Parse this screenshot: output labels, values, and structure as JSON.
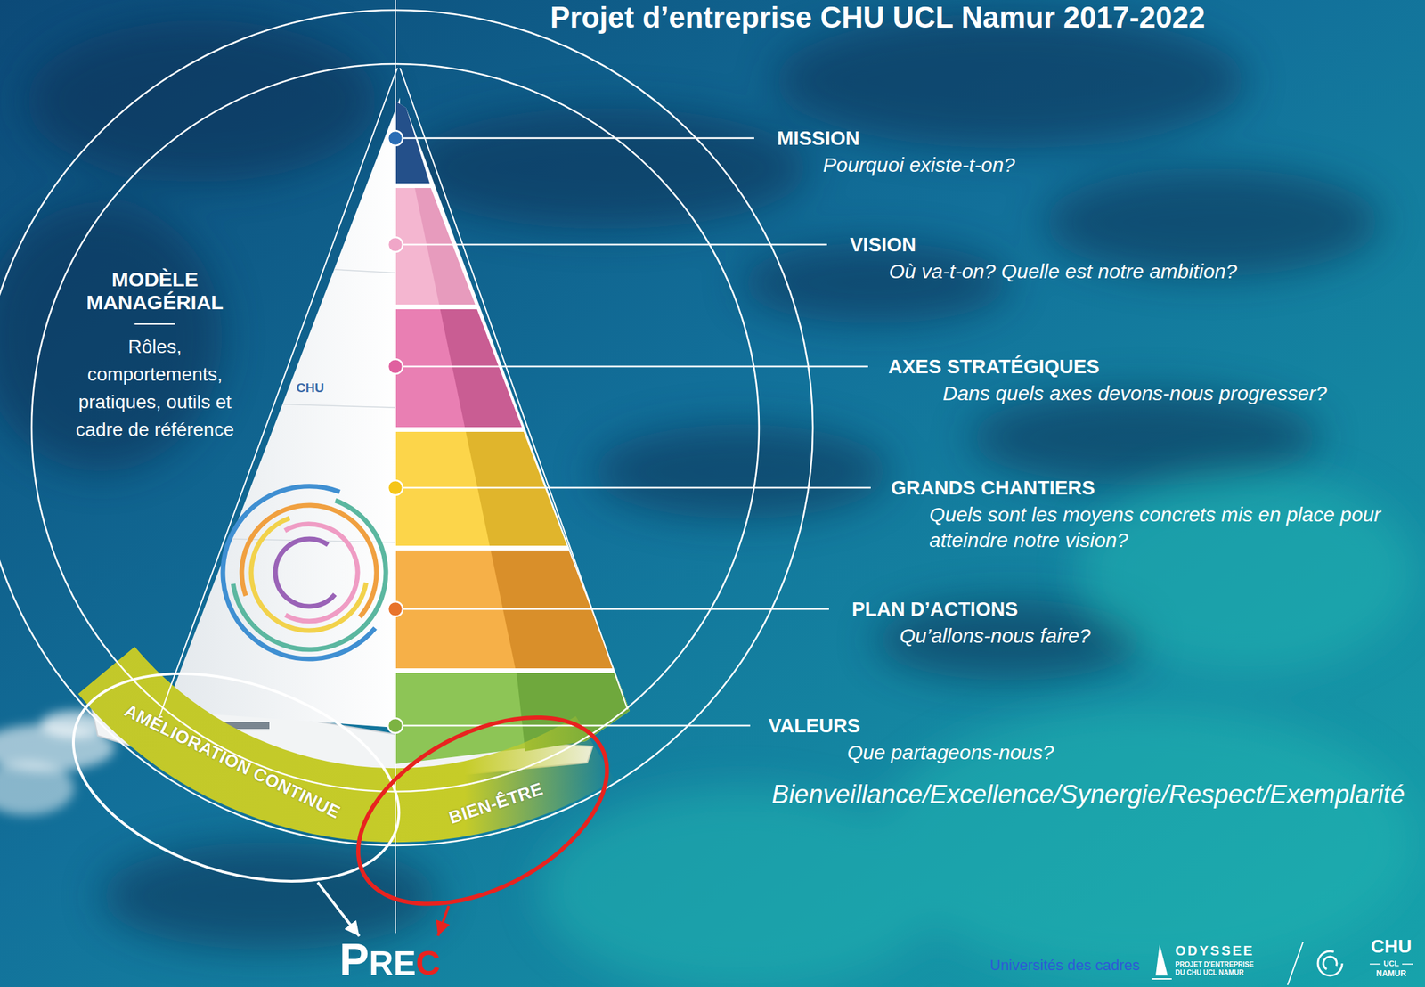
{
  "diagram": {
    "title": "Projet d’entreprise CHU UCL Namur 2017-2022",
    "nodes": [
      {
        "text": [
          "MODÈLE MANAGÉRIAL",
          "Rôles, comportements, pratiques, outils et cadre de référence"
        ]
      },
      {
        "text": [
          "AMÉLIORATION CONTINUE"
        ]
      },
      {
        "text": [
          "BIEN-ÊTRE"
        ]
      },
      {
        "text": [
          "PRE",
          "C"
        ]
      }
    ],
    "edges": [
      {
        "from": 1,
        "to": 3,
        "arrow": "to"
      },
      {
        "from": 2,
        "to": 3,
        "arrow": "to"
      }
    ],
    "labels": [
      "CHU",
      "MISSION",
      "Pourquoi existe-t-on?",
      "VISION",
      "Où va-t-on? Quelle est notre ambition?",
      "AXES STRATÉGIQUES",
      "Dans quels axes devons-nous progresser?",
      "GRANDS CHANTIERS",
      "Quels sont les moyens concrets mis en place pour atteindre notre vision?",
      "PLAN D’ACTIONS",
      "Qu’allons-nous faire?",
      "VALEURS",
      "Que partageons-nous?",
      "Bienveillance/Excellence/Synergie/Respect/Exemplarité",
      "Universités des cadres",
      "ODYSSEE",
      "PROJET D’ENTREPRISE DU CHU UCL NAMUR",
      "CHU",
      "UCL",
      "NAMUR"
    ]
  }
}
